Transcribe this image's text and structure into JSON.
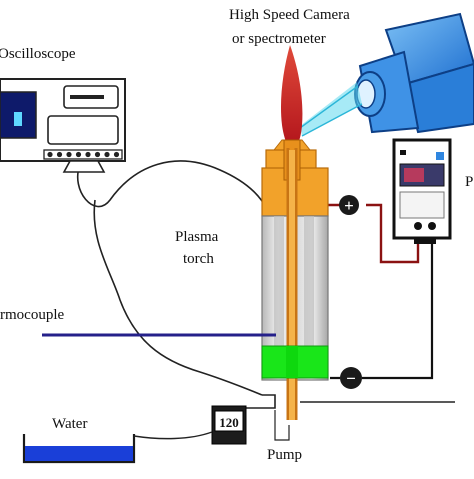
{
  "labels": {
    "camera_line1": "High Speed Camera",
    "camera_line2": "or spectrometer",
    "oscilloscope": "Oscilloscope",
    "plasma_line1": "Plasma",
    "plasma_line2": "torch",
    "thermocouple": "rmocouple",
    "water": "Water",
    "pump": "Pump",
    "pump_display": "120",
    "power_cut": "P"
  },
  "symbols": {
    "positive": "+",
    "negative": "−"
  },
  "icons": [
    "camera-icon",
    "oscilloscope-icon",
    "plasma-torch-icon",
    "power-supply-icon",
    "pump-icon",
    "water-tank-icon"
  ],
  "colors": {
    "camera_blue": "#2f86e0",
    "flame_red": "#d8392a",
    "torch_orange": "#f2a22a",
    "plasma_green": "#19e619",
    "thermocouple_blue": "#25208a",
    "water_blue": "#1a3fd8",
    "beam_cyan": "#5fd8ee",
    "wire_dark_red": "#8b1212"
  }
}
